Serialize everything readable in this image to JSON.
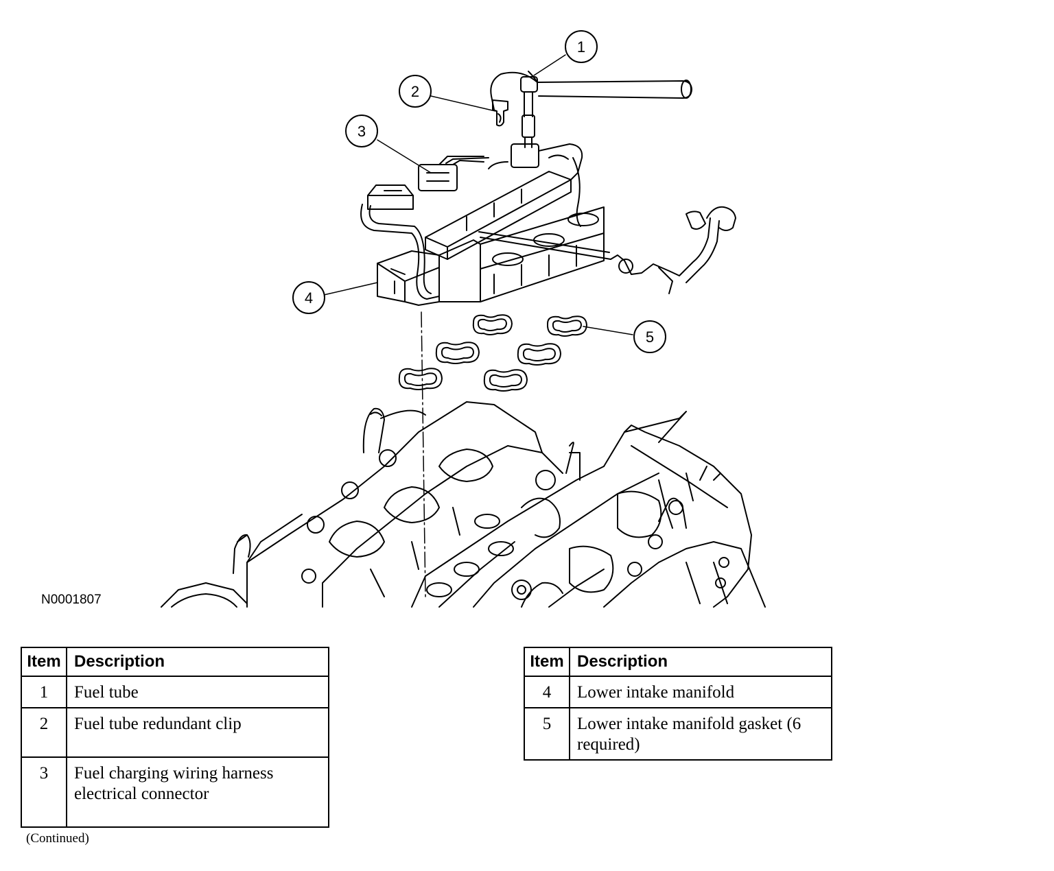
{
  "figure_id": "N0001807",
  "callouts": [
    "1",
    "2",
    "3",
    "4",
    "5"
  ],
  "legend_left": {
    "header_item": "Item",
    "header_description": "Description",
    "rows": [
      {
        "item": "1",
        "description": "Fuel tube"
      },
      {
        "item": "2",
        "description": "Fuel tube redundant clip"
      },
      {
        "item": "3",
        "description": "Fuel charging wiring harness electrical connector"
      }
    ]
  },
  "legend_right": {
    "header_item": "Item",
    "header_description": "Description",
    "rows": [
      {
        "item": "4",
        "description": "Lower intake manifold"
      },
      {
        "item": "5",
        "description": "Lower intake manifold gasket (6 required)"
      }
    ]
  },
  "continued_note": "(Continued)"
}
